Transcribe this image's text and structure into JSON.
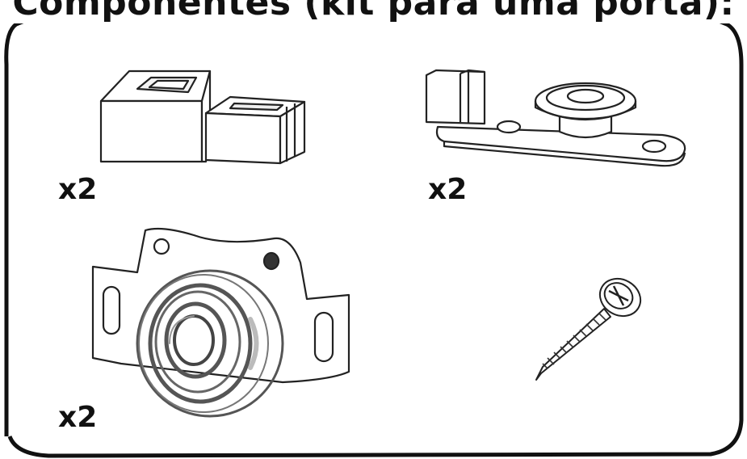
{
  "diagram": {
    "title": "Componentes (kit para uma porta):",
    "components": [
      {
        "id": "guide",
        "qty": "x2"
      },
      {
        "id": "top-bracket",
        "qty": "x2"
      },
      {
        "id": "wheel",
        "qty": "x2"
      },
      {
        "id": "screw",
        "qty": ""
      }
    ]
  }
}
